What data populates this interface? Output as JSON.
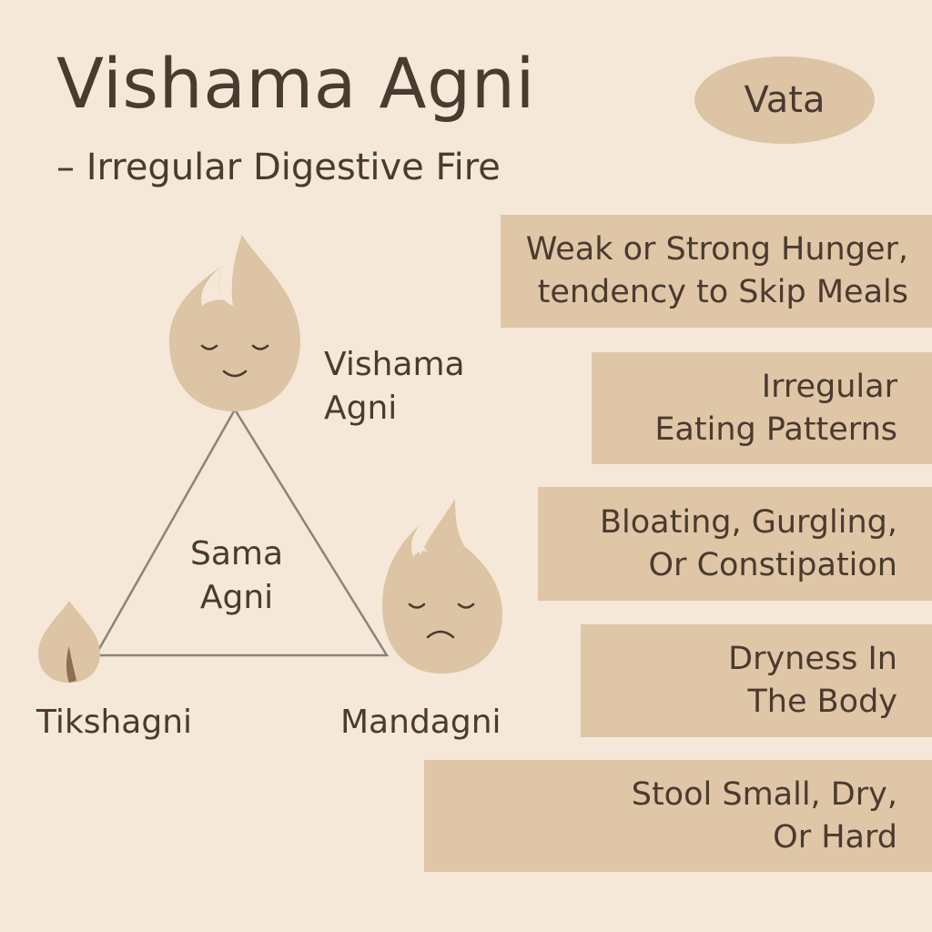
{
  "header": {
    "title": "Vishama Agni",
    "subtitle": "– Irregular Digestive Fire",
    "badge": "Vata"
  },
  "diagram": {
    "top_label": "Vishama\nAgni",
    "center_label": "Sama\nAgni",
    "left_label": "Tikshagni",
    "right_label": "Mandagni",
    "icons": [
      "smiling-flame-icon",
      "sad-flame-icon",
      "small-flame-icon"
    ]
  },
  "symptoms": [
    "Weak or Strong Hunger,\ntendency to Skip Meals",
    "Irregular\nEating Patterns",
    "Bloating, Gurgling,\nOr Constipation",
    "Dryness In\nThe Body",
    "Stool Small, Dry,\nOr Hard"
  ],
  "colors": {
    "background": "#f6e8d8",
    "box": "#dfc6a6",
    "flame": "#dcc4a4",
    "text": "#4a3a30"
  }
}
